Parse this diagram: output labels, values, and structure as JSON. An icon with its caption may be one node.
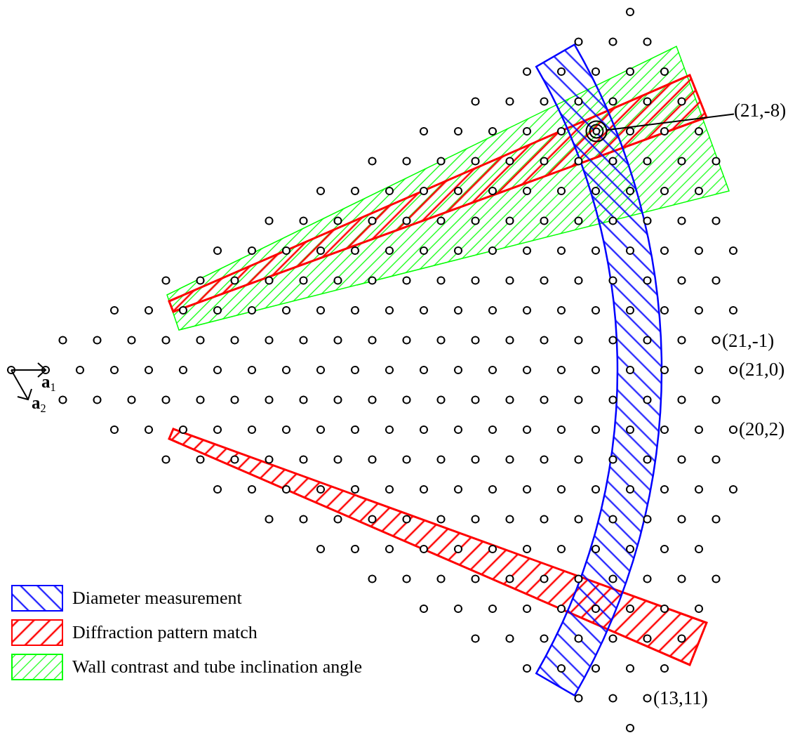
{
  "diagram": {
    "nodes": [
      {
        "text": [
          "(21,-8)"
        ]
      },
      {
        "text": [],
        "shape": "circle"
      }
    ],
    "edges": [
      {
        "from": 0,
        "to": 1,
        "arrow": "none"
      }
    ],
    "labels": [
      "(21,-1)",
      "(21,0)",
      "**a**$_{1}$",
      "**a**$_{2}$",
      "(20,2)",
      "(13,11)"
    ],
    "legend": [
      {
        "text": "Diameter measurement",
        "color": "#0000ff"
      },
      {
        "text": "Diffraction pattern match",
        "color": "#ff0000"
      },
      {
        "text": "Wall contrast and tube inclination angle",
        "color": "#00ff00"
      }
    ]
  }
}
